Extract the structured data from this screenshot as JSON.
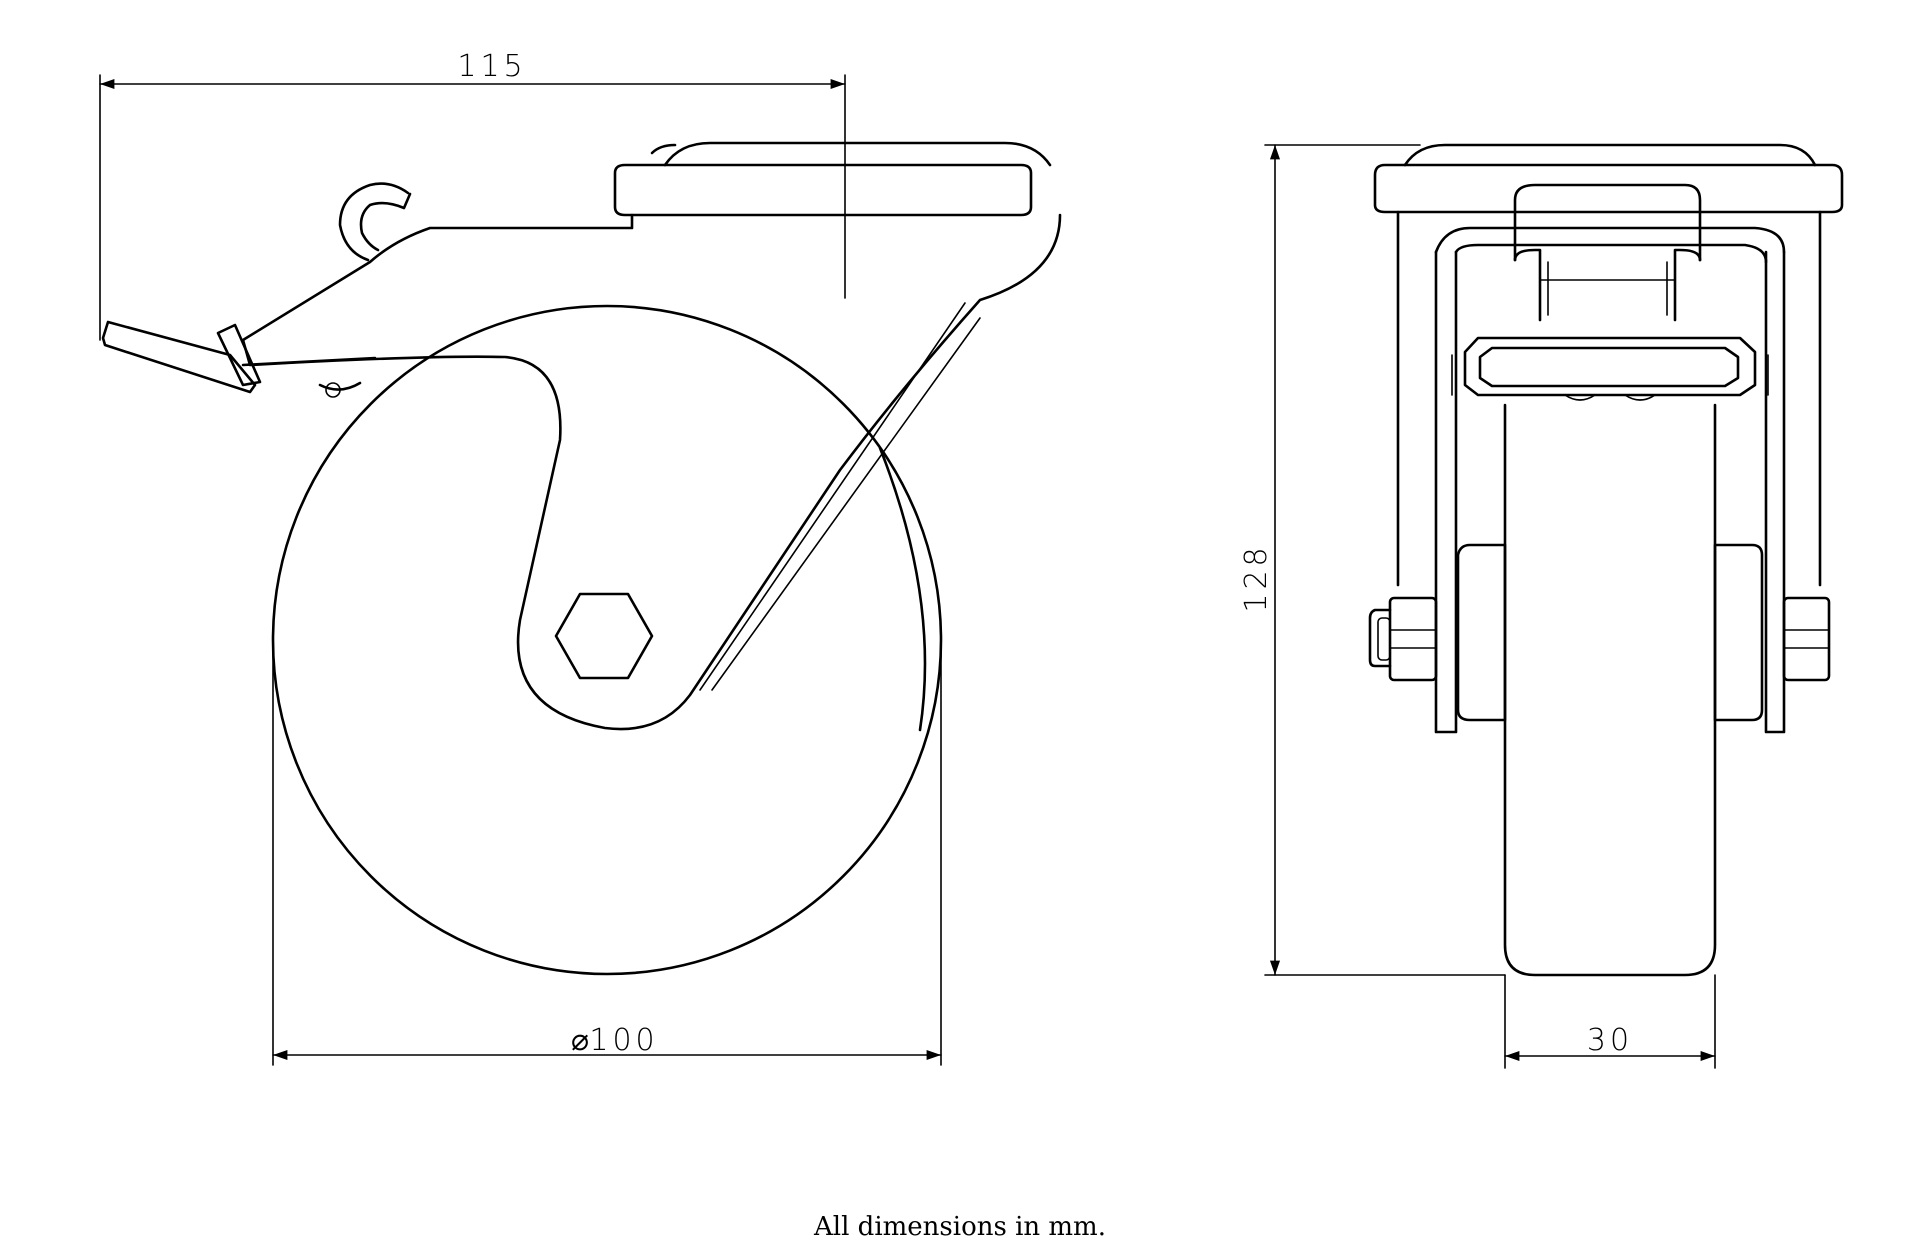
{
  "dimensions": {
    "overall_length": "115",
    "wheel_diameter": "100",
    "overall_height": "128",
    "wheel_width": "30",
    "diameter_symbol": "⌀"
  },
  "footnote": "All dimensions in mm.",
  "colors": {
    "line": "#000000",
    "background": "#ffffff"
  }
}
